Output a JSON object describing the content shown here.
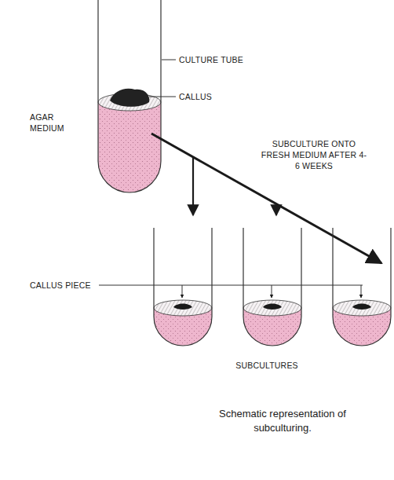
{
  "diagram": {
    "caption": "Schematic representation of subculturing.",
    "labels": [
      "CULTURE TUBE",
      "CALLUS",
      "AGAR MEDIUM",
      "SUBCULTURE ONTO FRESH MEDIUM AFTER 4-6 WEEKS",
      "CALLUS PIECE",
      "SUBCULTURES"
    ]
  }
}
